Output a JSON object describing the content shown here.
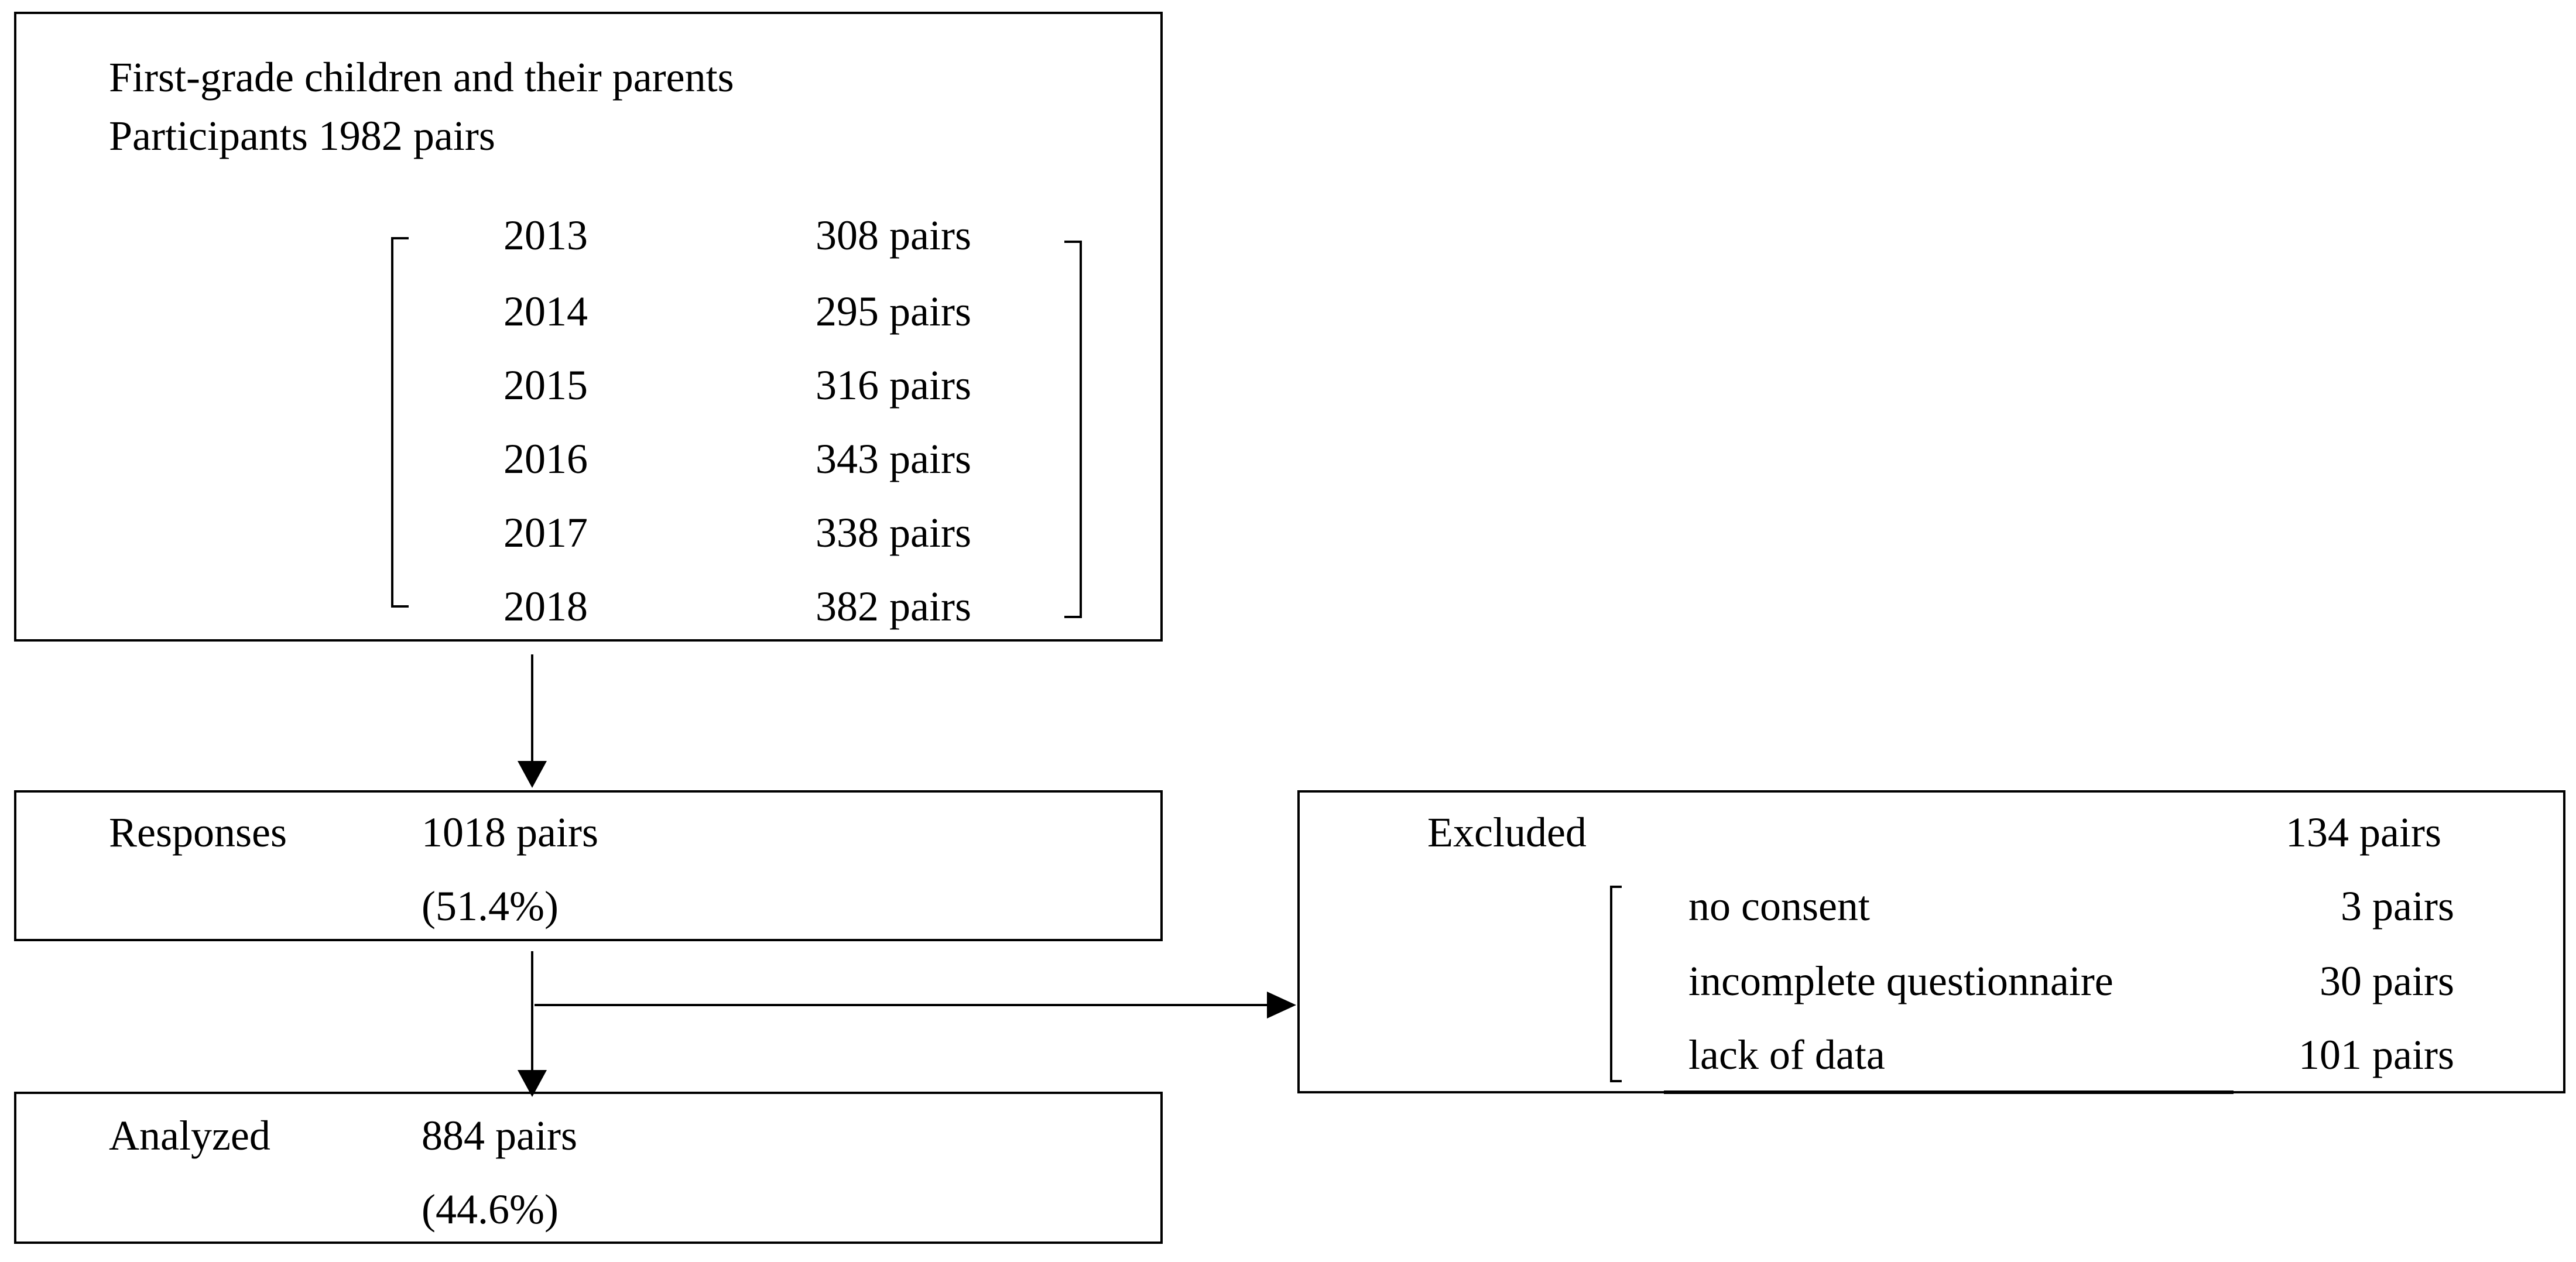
{
  "participants": {
    "line1": "First-grade children and their parents",
    "line2": "Participants 1982 pairs",
    "years": [
      {
        "year": "2013",
        "count": "308 pairs"
      },
      {
        "year": "2014",
        "count": "295 pairs"
      },
      {
        "year": "2015",
        "count": "316 pairs"
      },
      {
        "year": "2016",
        "count": "343 pairs"
      },
      {
        "year": "2017",
        "count": "338 pairs"
      },
      {
        "year": "2018",
        "count": "382 pairs"
      }
    ]
  },
  "responses": {
    "label": "Responses",
    "count": "1018 pairs",
    "percent": "(51.4%)"
  },
  "analyzed": {
    "label": "Analyzed",
    "count": "884 pairs",
    "percent": "(44.6%)"
  },
  "excluded": {
    "label": "Excluded",
    "count": "134 pairs",
    "reasons": [
      {
        "reason": "no consent",
        "count": "3 pairs"
      },
      {
        "reason": "incomplete questionnaire",
        "count": "30 pairs"
      },
      {
        "reason": "lack of data",
        "count": "101 pairs"
      }
    ]
  }
}
